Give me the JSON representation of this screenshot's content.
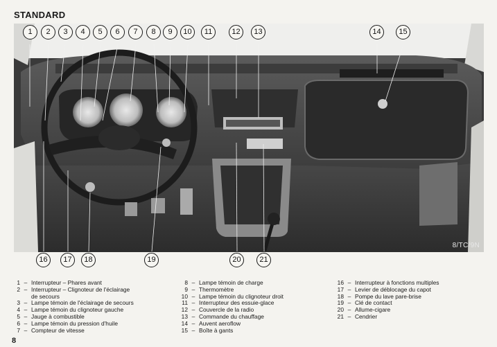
{
  "page": {
    "title": "STANDARD",
    "photo_ref": "8/TC/9N",
    "page_number": "8"
  },
  "callouts": [
    "1",
    "2",
    "3",
    "4",
    "5",
    "6",
    "7",
    "8",
    "9",
    "10",
    "11",
    "12",
    "13",
    "14",
    "15",
    "16",
    "17",
    "18",
    "19",
    "20",
    "21"
  ],
  "legend": {
    "col1": [
      {
        "num": "1",
        "text": "Interrupteur – Phares avant"
      },
      {
        "num": "2",
        "text": "Interrupteur – Clignoteur de l'éclairage",
        "cont": "de secours"
      },
      {
        "num": "3",
        "text": "Lampe témoin de l'éclairage de secours"
      },
      {
        "num": "4",
        "text": "Lampe témoin du clignoteur gauche"
      },
      {
        "num": "5",
        "text": "Jauge à combustible"
      },
      {
        "num": "6",
        "text": "Lampe témoin du pression d'huile"
      },
      {
        "num": "7",
        "text": "Compteur de vitesse"
      }
    ],
    "col2": [
      {
        "num": "8",
        "text": "Lampe témoin de charge"
      },
      {
        "num": "9",
        "text": "Thermomètre"
      },
      {
        "num": "10",
        "text": "Lampe témoin du clignoteur droit"
      },
      {
        "num": "11",
        "text": "Interrupteur des essuie-glace"
      },
      {
        "num": "12",
        "text": "Couvercle de la radio"
      },
      {
        "num": "13",
        "text": "Commande du chauffage"
      },
      {
        "num": "14",
        "text": "Auvent aeroflow"
      },
      {
        "num": "15",
        "text": "Boîte à gants"
      }
    ],
    "col3": [
      {
        "num": "16",
        "text": "Interrupteur à fonctions multiples"
      },
      {
        "num": "17",
        "text": "Levier de déblocage du capot"
      },
      {
        "num": "18",
        "text": "Pompe du lave pare-brise"
      },
      {
        "num": "19",
        "text": "Clé de contact"
      },
      {
        "num": "20",
        "text": "Allume-cigare"
      },
      {
        "num": "21",
        "text": "Cendrier"
      }
    ]
  }
}
